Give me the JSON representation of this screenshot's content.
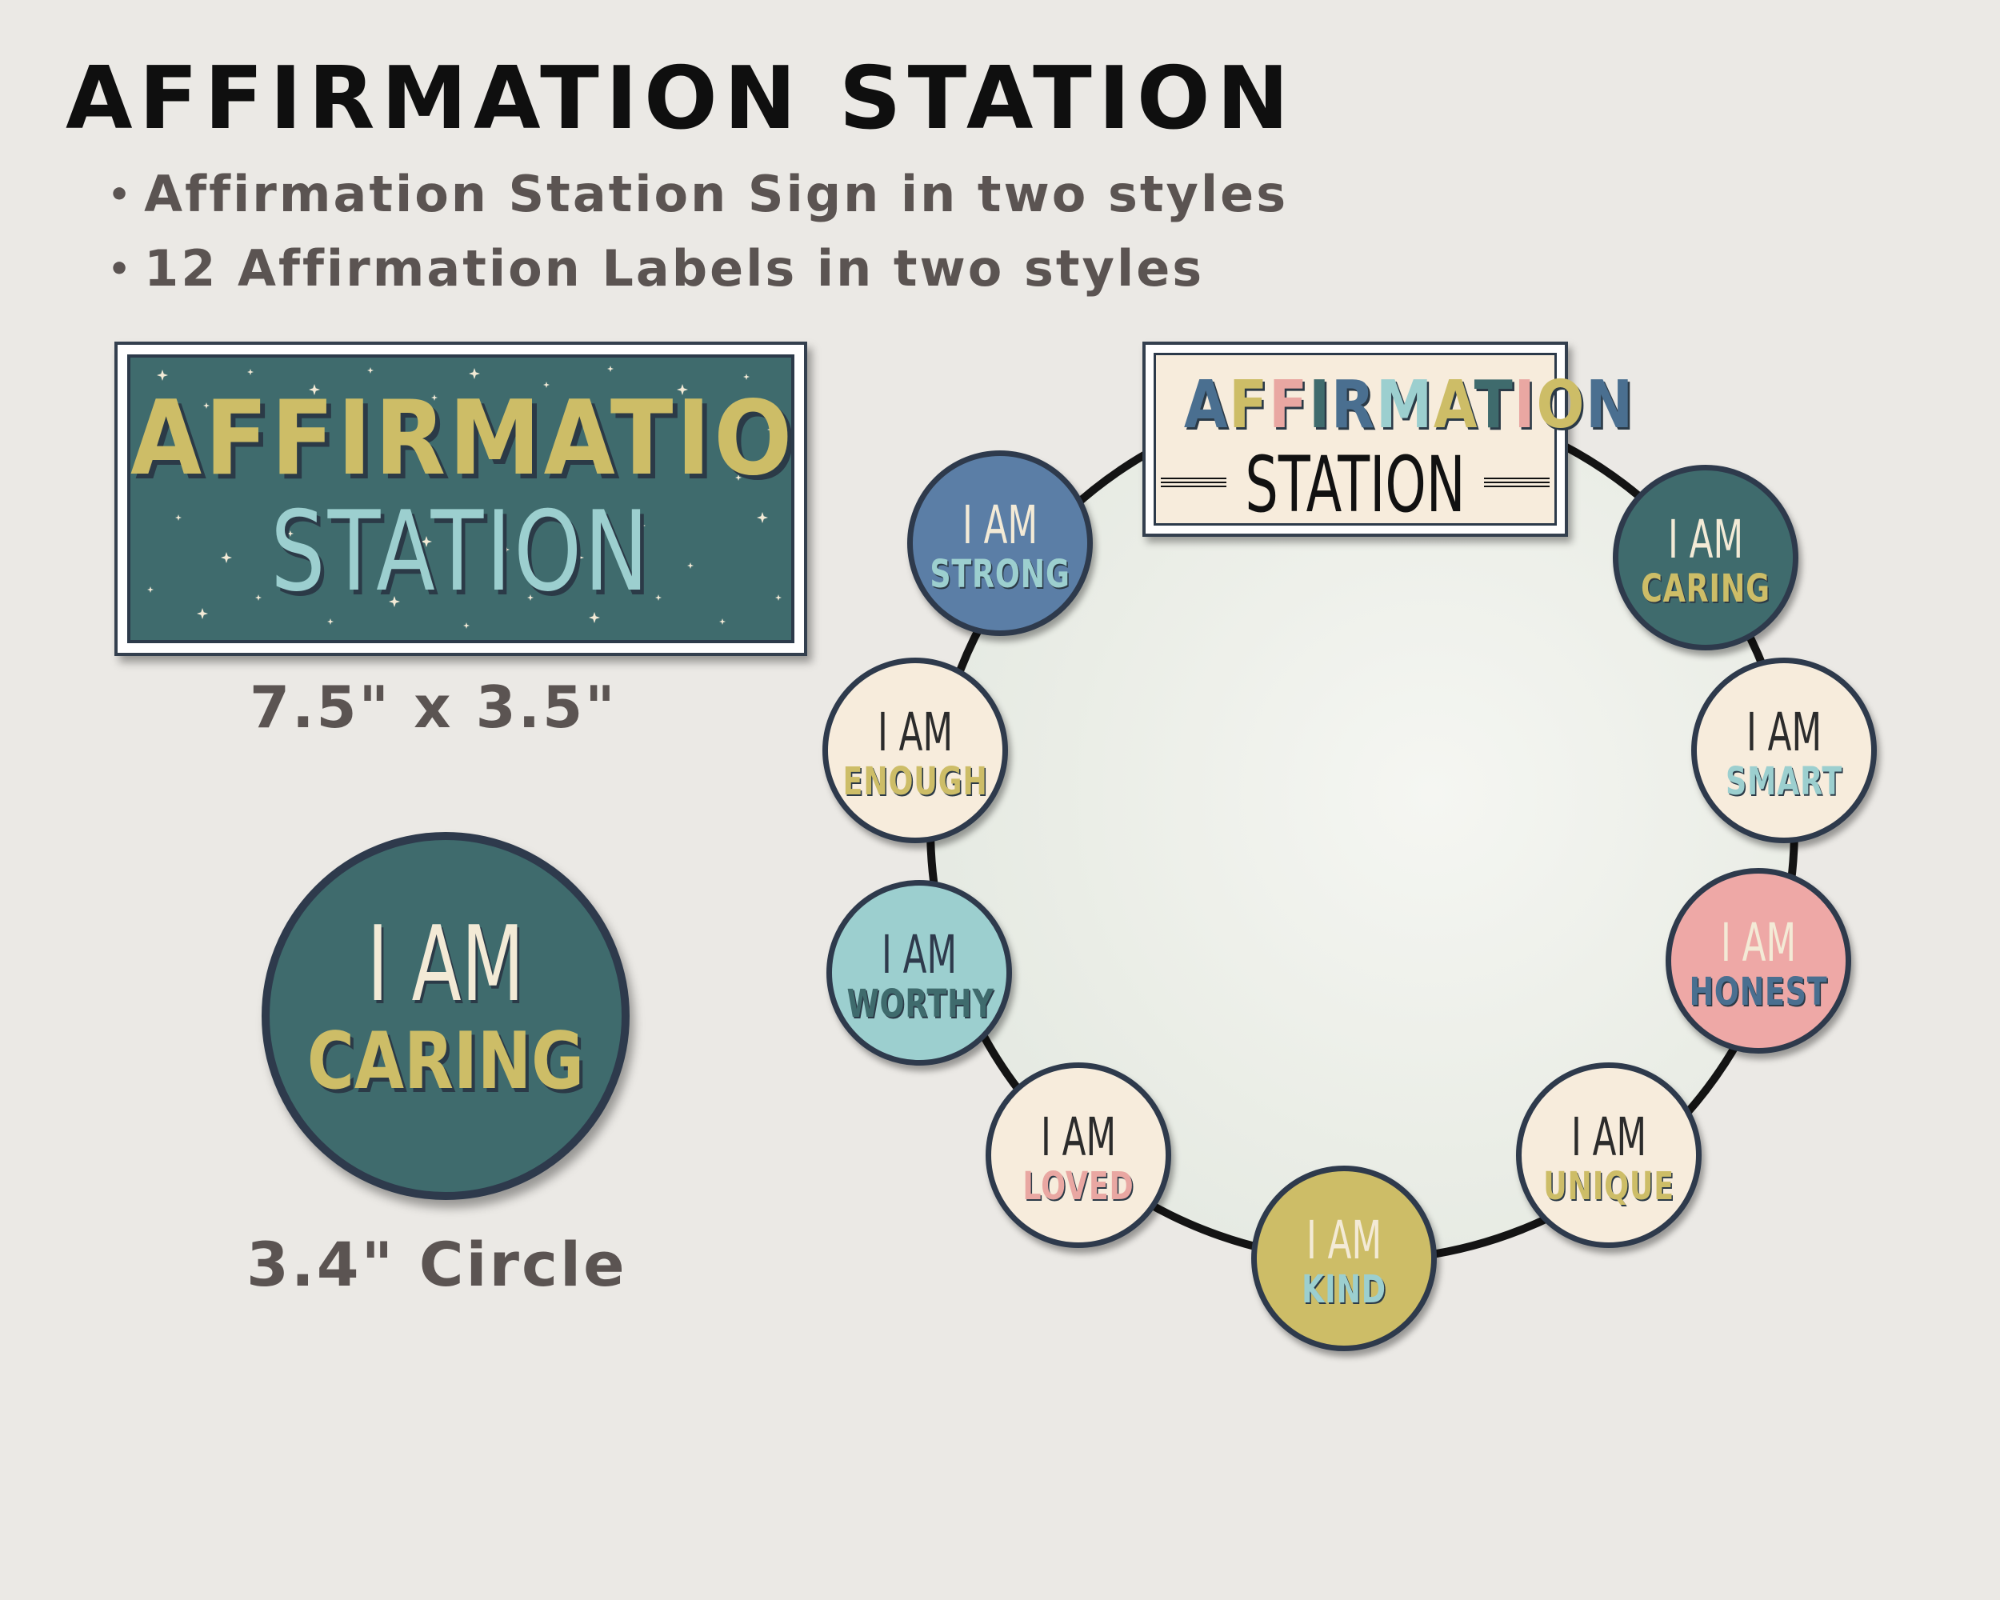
{
  "header": {
    "title": "AFFIRMATION STATION",
    "bullets": [
      "Affirmation Station Sign in two styles",
      "12 Affirmation Labels in two styles"
    ]
  },
  "sign_sample": {
    "line1": "AFFIRMATION",
    "line2": "STATION",
    "size_label": "7.5\" x 3.5\""
  },
  "circle_sample": {
    "line1": "I AM",
    "line2": "CARING",
    "size_label": "3.4\" Circle"
  },
  "mirror_sign": {
    "line1": "AFFIRMATION",
    "line2": "STATION",
    "letter_colors": [
      "#4a6f90",
      "#cdbd67",
      "#e9a7a2",
      "#3f6b6d",
      "#4a6f90",
      "#9ccfcf",
      "#cdbd67",
      "#3f6b6d",
      "#e9a7a2",
      "#cdbd67",
      "#4a6f90"
    ]
  },
  "badges": [
    {
      "id": "strong",
      "line1": "I AM",
      "line2": "STRONG",
      "bg": "#5b7ea6",
      "iam_color": "#f3ead6",
      "word_color": "#9ccfcf"
    },
    {
      "id": "caring",
      "line1": "I AM",
      "line2": "CARING",
      "bg": "#3f6b6d",
      "iam_color": "#f3ead6",
      "word_color": "#cdbd67"
    },
    {
      "id": "enough",
      "line1": "I AM",
      "line2": "ENOUGH",
      "bg": "#f7ecdc",
      "iam_color": "#2b2b2b",
      "word_color": "#cdbd67"
    },
    {
      "id": "smart",
      "line1": "I AM",
      "line2": "SMART",
      "bg": "#f7ecdc",
      "iam_color": "#2b2b2b",
      "word_color": "#9ccfcf"
    },
    {
      "id": "worthy",
      "line1": "I AM",
      "line2": "WORTHY",
      "bg": "#9ccfcf",
      "iam_color": "#2e3a4c",
      "word_color": "#3f6b6d"
    },
    {
      "id": "honest",
      "line1": "I AM",
      "line2": "HONEST",
      "bg": "#eea8a6",
      "iam_color": "#f3ead6",
      "word_color": "#4a6f90"
    },
    {
      "id": "loved",
      "line1": "I AM",
      "line2": "LOVED",
      "bg": "#f7ecdc",
      "iam_color": "#2b2b2b",
      "word_color": "#e9a7a2"
    },
    {
      "id": "unique",
      "line1": "I AM",
      "line2": "UNIQUE",
      "bg": "#f7ecdc",
      "iam_color": "#2b2b2b",
      "word_color": "#cdbd67"
    },
    {
      "id": "kind",
      "line1": "I AM",
      "line2": "KIND",
      "bg": "#cdbd67",
      "iam_color": "#f3ead6",
      "word_color": "#9ccfcf"
    }
  ],
  "colors": {
    "background": "#ebe9e5",
    "teal": "#3f6b6d",
    "mustard": "#cdbd67",
    "aqua": "#9ccfcf",
    "navy_border": "#2e3a4c",
    "text_gray": "#5b5452"
  }
}
